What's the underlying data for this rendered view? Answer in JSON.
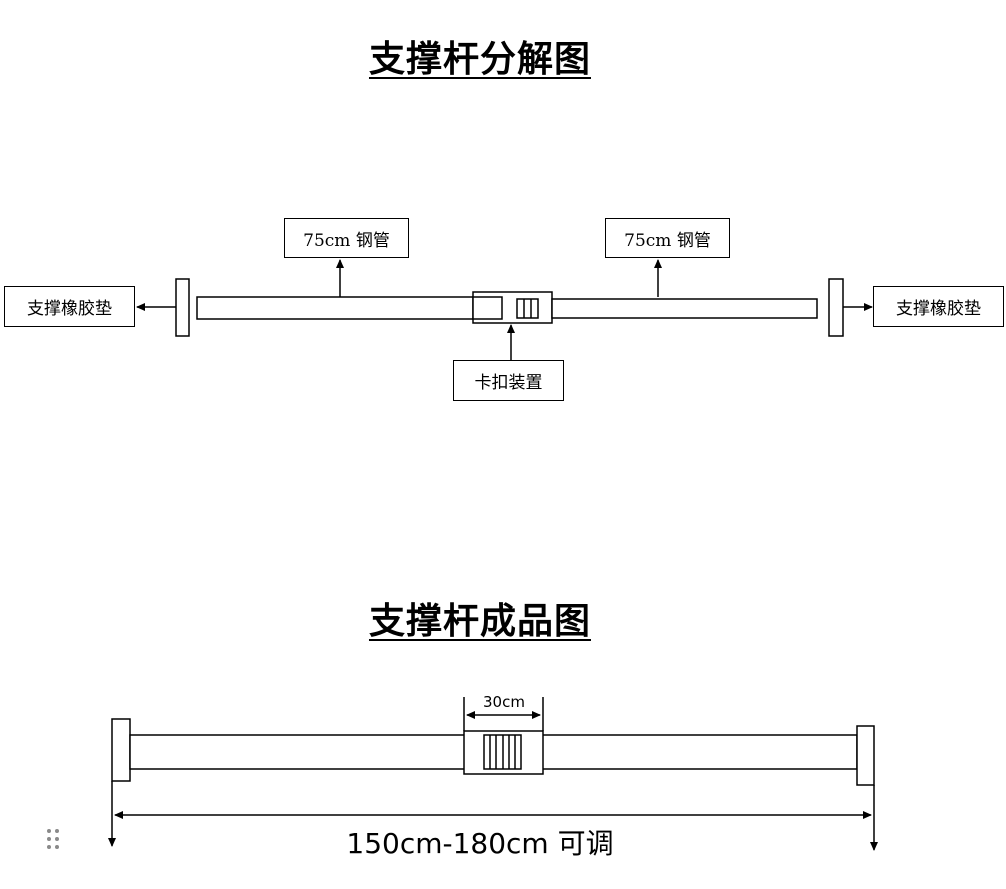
{
  "titles": {
    "exploded": "支撑杆分解图",
    "assembled": "支撑杆成品图"
  },
  "exploded_view": {
    "labels": {
      "pad_left": "支撑橡胶垫",
      "pipe_left": "75cm 钢管",
      "pipe_right": "75cm 钢管",
      "pad_right": "支撑橡胶垫",
      "clasp": "卡扣装置"
    }
  },
  "assembled_view": {
    "clasp_length": "30cm",
    "total_length": "150cm-180cm 可调"
  },
  "icons": {
    "grip": "drag-handle-icon"
  }
}
